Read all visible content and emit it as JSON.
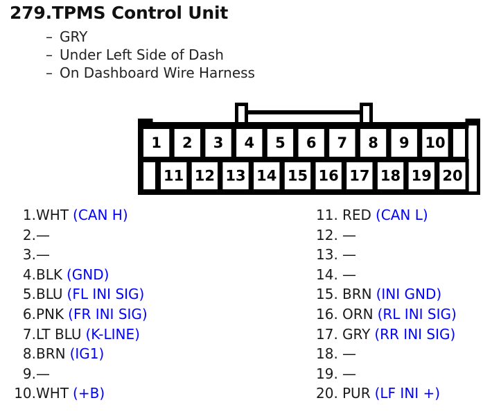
{
  "header": {
    "title": "279.TPMS Control Unit",
    "bullet_glyph": "–",
    "specs": [
      {
        "text": "GRY"
      },
      {
        "text": "Under Left Side of Dash"
      },
      {
        "text": "On Dashboard Wire Harness"
      }
    ]
  },
  "connector": {
    "name": "20-pin-connector",
    "top_row_labels": [
      "1",
      "2",
      "3",
      "4",
      "5",
      "6",
      "7",
      "8",
      "9",
      "10"
    ],
    "bottom_row_labels": [
      "11",
      "12",
      "13",
      "14",
      "15",
      "16",
      "17",
      "18",
      "19",
      "20"
    ],
    "has_top_latch": true,
    "body_color": "#ffffff",
    "outline_color": "#000000"
  },
  "pinout": {
    "function_color": "#0000ff",
    "wire_color": "#1a1a1a",
    "left": [
      {
        "num": "1.",
        "wire": "WHT",
        "func": "(CAN H)"
      },
      {
        "num": "2.",
        "wire": "—",
        "func": ""
      },
      {
        "num": "3.",
        "wire": "—",
        "func": ""
      },
      {
        "num": "4.",
        "wire": "BLK",
        "func": "(GND)"
      },
      {
        "num": "5.",
        "wire": "BLU",
        "func": "(FL INI SIG)"
      },
      {
        "num": "6.",
        "wire": "PNK",
        "func": "(FR INI SIG)"
      },
      {
        "num": "7.",
        "wire": "LT BLU",
        "func": "(K-LINE)"
      },
      {
        "num": "8.",
        "wire": "BRN",
        "func": "(IG1)"
      },
      {
        "num": "9.",
        "wire": "—",
        "func": ""
      },
      {
        "num": "10.",
        "wire": "WHT",
        "func": "(+B)"
      }
    ],
    "right": [
      {
        "num": "11.",
        "wire": "RED",
        "func": "(CAN L)"
      },
      {
        "num": "12.",
        "wire": "—",
        "func": ""
      },
      {
        "num": "13.",
        "wire": "—",
        "func": ""
      },
      {
        "num": "14.",
        "wire": "—",
        "func": ""
      },
      {
        "num": "15.",
        "wire": "BRN",
        "func": "(INI GND)"
      },
      {
        "num": "16.",
        "wire": "ORN",
        "func": "(RL INI SIG)"
      },
      {
        "num": "17.",
        "wire": "GRY",
        "func": "(RR INI SIG)"
      },
      {
        "num": "18.",
        "wire": "—",
        "func": ""
      },
      {
        "num": "19.",
        "wire": "—",
        "func": ""
      },
      {
        "num": "20.",
        "wire": "PUR",
        "func": "(LF INI +)"
      }
    ]
  }
}
